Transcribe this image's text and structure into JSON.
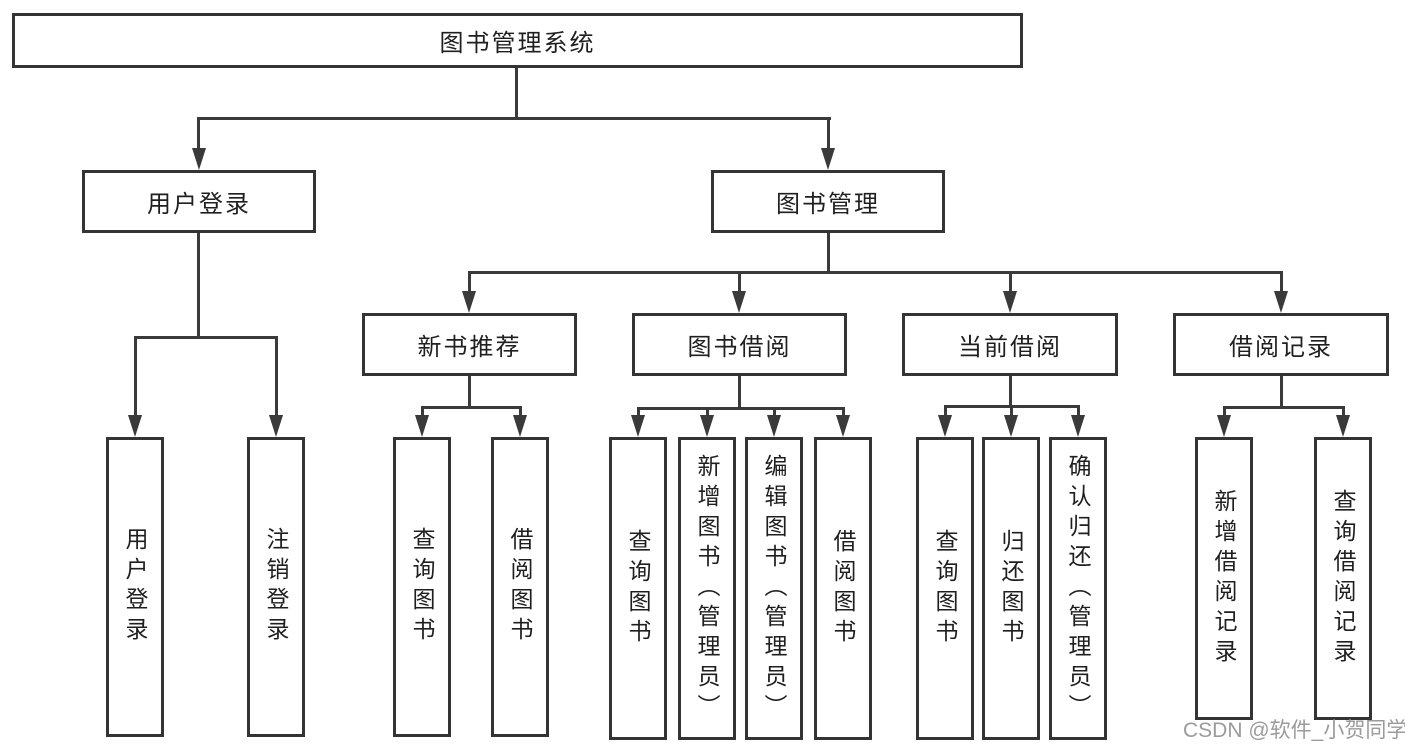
{
  "root": {
    "label": "图书管理系统"
  },
  "branches": [
    {
      "label": "用户登录",
      "children": [
        {
          "label": "用户登录"
        },
        {
          "label": "注销登录"
        }
      ]
    },
    {
      "label": "图书管理",
      "children": [
        {
          "label": "新书推荐",
          "children": [
            {
              "label": "查询图书"
            },
            {
              "label": "借阅图书"
            }
          ]
        },
        {
          "label": "图书借阅",
          "children": [
            {
              "label": "查询图书"
            },
            {
              "label": "新增图书（管理员）"
            },
            {
              "label": "编辑图书（管理员）"
            },
            {
              "label": "借阅图书"
            }
          ]
        },
        {
          "label": "当前借阅",
          "children": [
            {
              "label": "查询图书"
            },
            {
              "label": "归还图书"
            },
            {
              "label": "确认归还（管理员）"
            }
          ]
        },
        {
          "label": "借阅记录",
          "children": [
            {
              "label": "新增借阅记录"
            },
            {
              "label": "查询借阅记录"
            }
          ]
        }
      ]
    }
  ],
  "watermark": "CSDN @软件_小贺同学",
  "colors": {
    "line": "#3a3a3a",
    "box_border": "#343434",
    "text": "#1f1f1f",
    "watermark": "#9b9b9b",
    "background": "#ffffff"
  }
}
